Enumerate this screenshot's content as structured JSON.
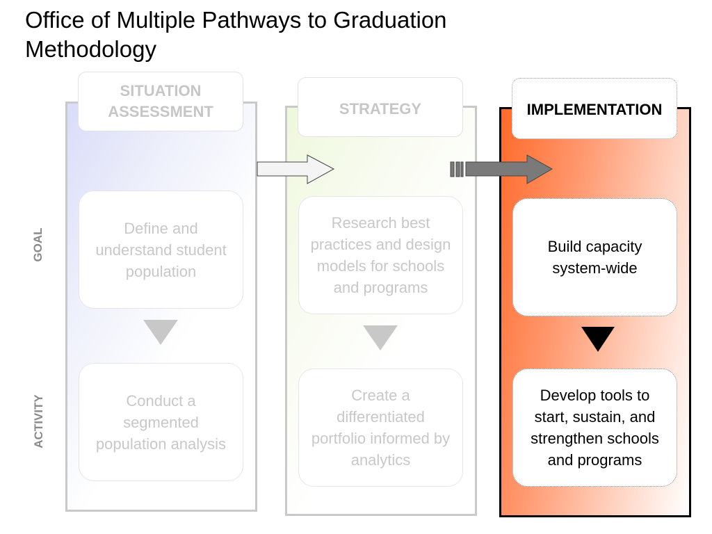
{
  "title": "Office of Multiple Pathways to Graduation\nMethodology",
  "row_labels": {
    "goal": "GOAL",
    "activity": "ACTIVITY"
  },
  "columns": [
    {
      "header": "SITUATION ASSESSMENT",
      "goal": "Define and understand student population",
      "activity": "Conduct a segmented population analysis",
      "state": "faded"
    },
    {
      "header": "STRATEGY",
      "goal": "Research best practices and design models for schools and programs",
      "activity": "Create a differentiated portfolio informed by analytics",
      "state": "faded"
    },
    {
      "header": "IMPLEMENTATION",
      "goal": "Build capacity system-wide",
      "activity": "Develop tools to start, sustain, and strengthen schools and programs",
      "state": "active"
    }
  ],
  "colors": {
    "implementation_accent": "#ff6a2a",
    "faded_text": "#c8c8c8",
    "column_border": "#c9c9c9"
  }
}
